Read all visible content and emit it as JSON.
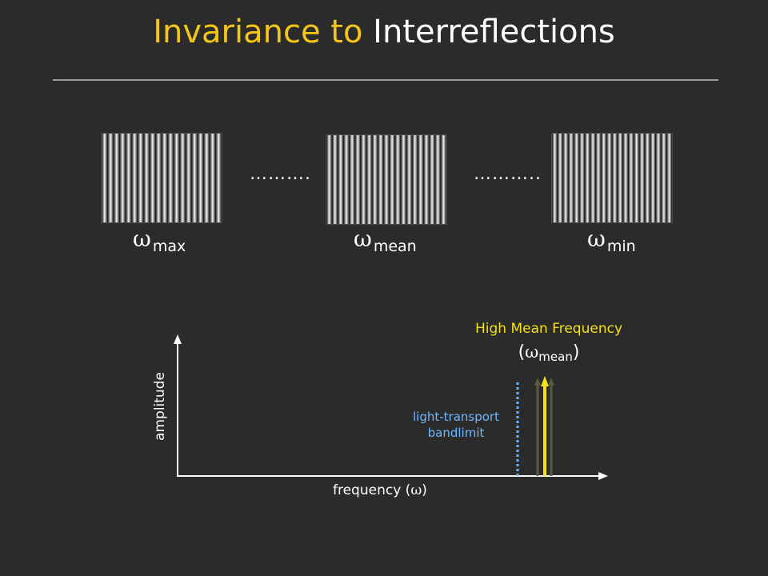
{
  "slide": {
    "title_part1": "Invariance to",
    "title_part2": "Interreflections"
  },
  "patterns": [
    {
      "omega": "ω",
      "subscript": "max",
      "stripe_count": 20
    },
    {
      "omega": "ω",
      "subscript": "mean",
      "stripe_count": 21
    },
    {
      "omega": "ω",
      "subscript": "min",
      "stripe_count": 22
    }
  ],
  "separators": [
    "……….",
    "……….."
  ],
  "plot": {
    "ylabel": "amplitude",
    "xlabel_text": "frequency",
    "xlabel_open": "(",
    "xlabel_omega": "ω",
    "xlabel_close": ")",
    "annotation_title": "High Mean Frequency",
    "annotation_open": "(",
    "annotation_omega": "ω",
    "annotation_sub": "mean",
    "annotation_close": ")",
    "bandlimit_line1": "light-transport",
    "bandlimit_line2": "bandlimit"
  },
  "colors": {
    "background": "#2b2b2b",
    "title_accent": "#f5c518",
    "annotation": "#f5e11a",
    "bandlimit": "#6fb7ff",
    "side_spikes": "#5c5a3c"
  }
}
